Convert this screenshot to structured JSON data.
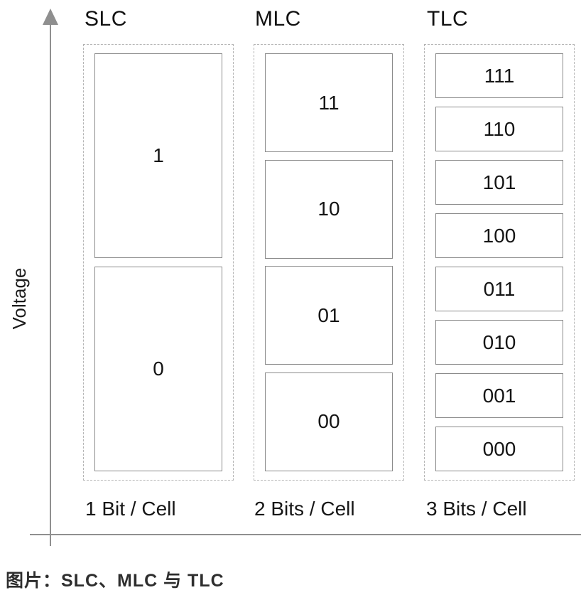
{
  "diagram": {
    "y_axis_label": "Voltage",
    "caption": "图片：SLC、MLC 与 TLC",
    "columns": [
      {
        "title": "SLC",
        "footer": "1 Bit / Cell",
        "cells": [
          "1",
          "0"
        ]
      },
      {
        "title": "MLC",
        "footer": "2 Bits / Cell",
        "cells": [
          "11",
          "10",
          "01",
          "00"
        ]
      },
      {
        "title": "TLC",
        "footer": "3 Bits / Cell",
        "cells": [
          "111",
          "110",
          "101",
          "100",
          "011",
          "010",
          "001",
          "000"
        ]
      }
    ],
    "colors": {
      "axis": "#8f8f8f",
      "cell_border": "#8a8a8a",
      "dashed_border": "#b4b4b4",
      "label_text": "#141414",
      "caption_text": "#2e2e2e",
      "background": "#ffffff"
    }
  }
}
